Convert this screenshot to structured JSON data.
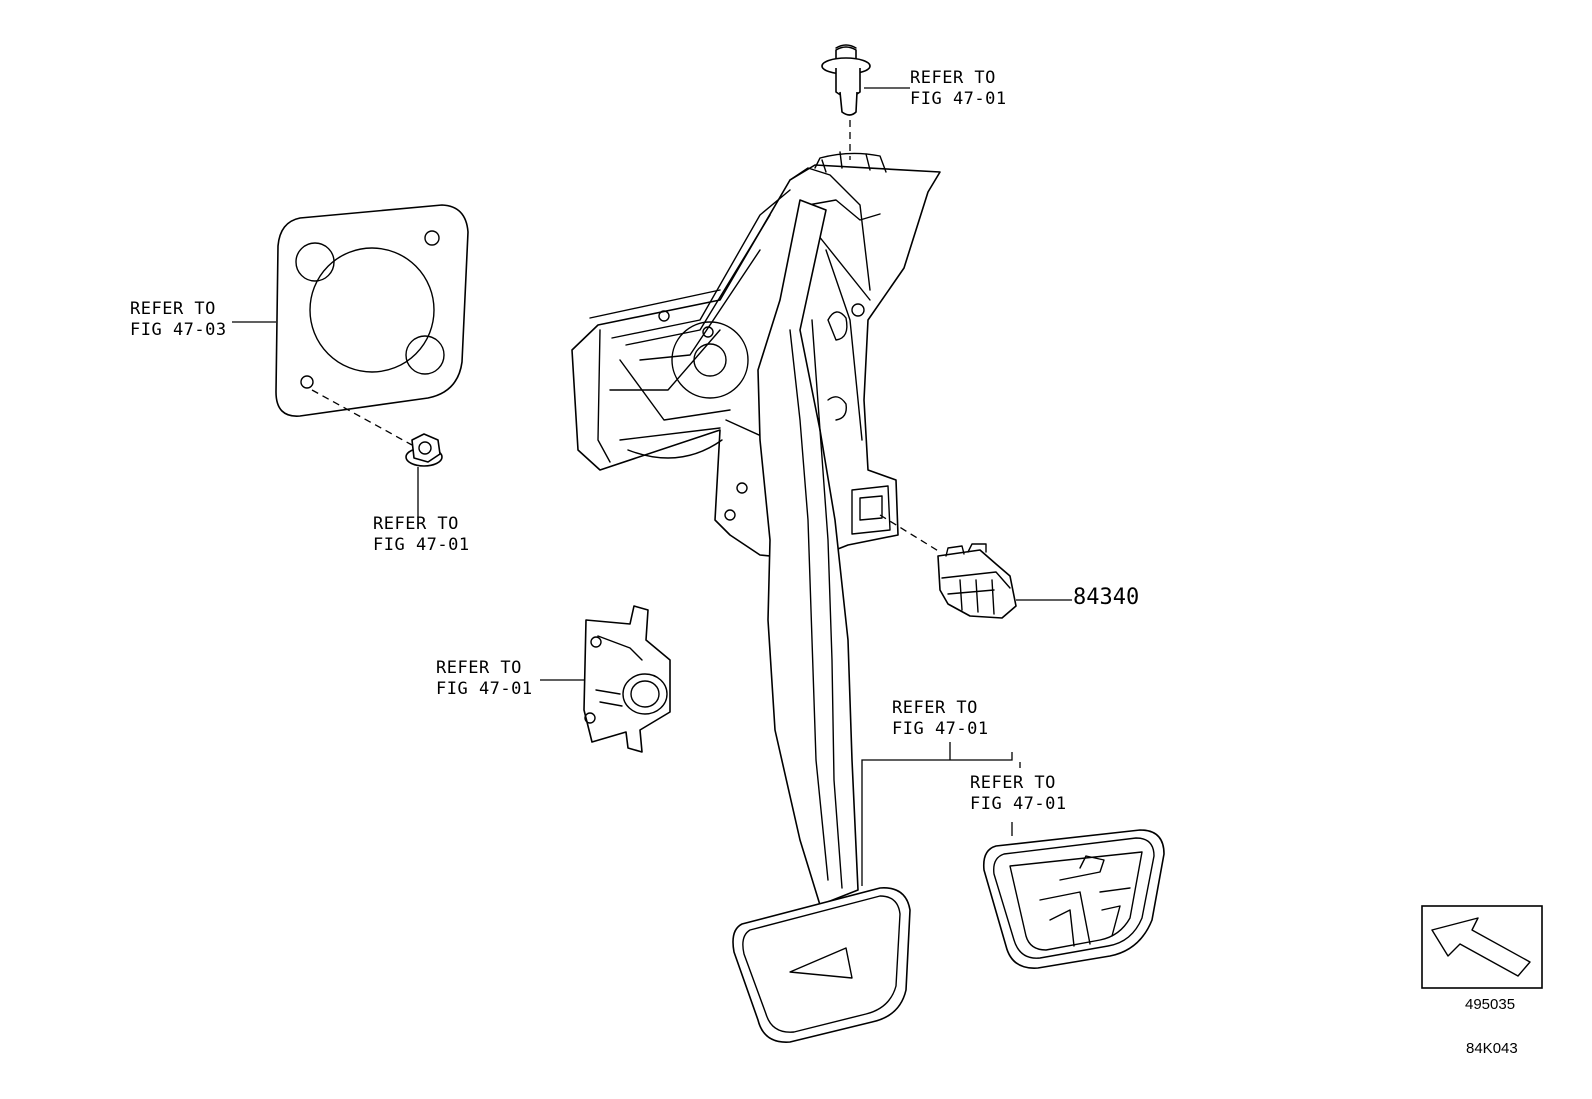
{
  "callouts": {
    "bolt_top": [
      "REFER TO",
      "FIG 47-01"
    ],
    "plate": [
      "REFER TO",
      "FIG 47-03"
    ],
    "nut": [
      "REFER TO",
      "FIG 47-01"
    ],
    "bracket": [
      "REFER TO",
      "FIG 47-01"
    ],
    "pad_left": [
      "REFER TO",
      "FIG 47-01"
    ],
    "pad_right": [
      "REFER TO",
      "FIG 47-01"
    ]
  },
  "part_number": "84340",
  "view_code": "495035",
  "figure_code": "84K043"
}
